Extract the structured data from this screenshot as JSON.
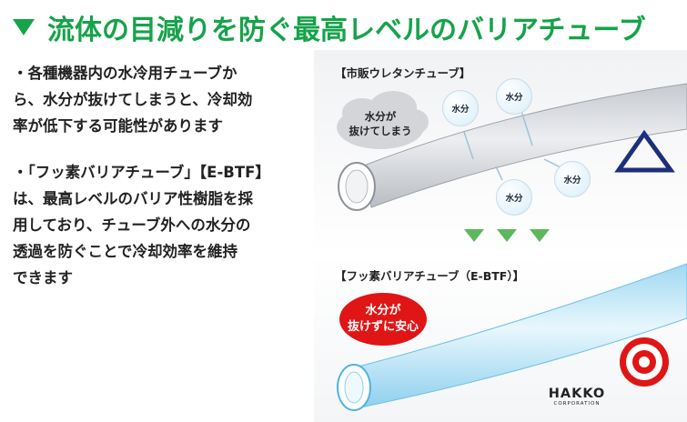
{
  "heading": {
    "title": "流体の目減りを防ぐ最高レベルのバリアチューブ",
    "accent_color": "#16a34a",
    "marker_icon": "triangle-down-icon"
  },
  "bullets": [
    "・各種機器内の水冷用チューブか\nら、水分が抜けてしまうと、冷却効\n率が低下する可能性があります",
    "・「フッ素バリアチューブ」【E-BTF】\nは、最高レベルのバリア性樹脂を採\n用しており、チューブ外への水分の\n透過を防ぐことで冷却効率を維持\nできます"
  ],
  "comparison": {
    "standard": {
      "label": "【市販ウレタンチューブ】",
      "cloud_text": "水分が\n抜けてしまう",
      "bubble_text": "水分",
      "bubble_count": 4,
      "rating_icon": "triangle-outline-icon",
      "tube_color": "#d4d7dc"
    },
    "divider_icons": [
      "chevron-down-icon",
      "chevron-down-icon",
      "chevron-down-icon"
    ],
    "barrier": {
      "label": "【フッ素バリアチューブ（E-BTF）】",
      "badge_text": "水分が\n抜けずに安心",
      "badge_color": "#e01515",
      "rating_icon": "double-circle-target-icon",
      "tube_color": "#bfe6f7"
    }
  },
  "logo": {
    "name": "HAKKO",
    "subtitle": "CORPORATION"
  }
}
